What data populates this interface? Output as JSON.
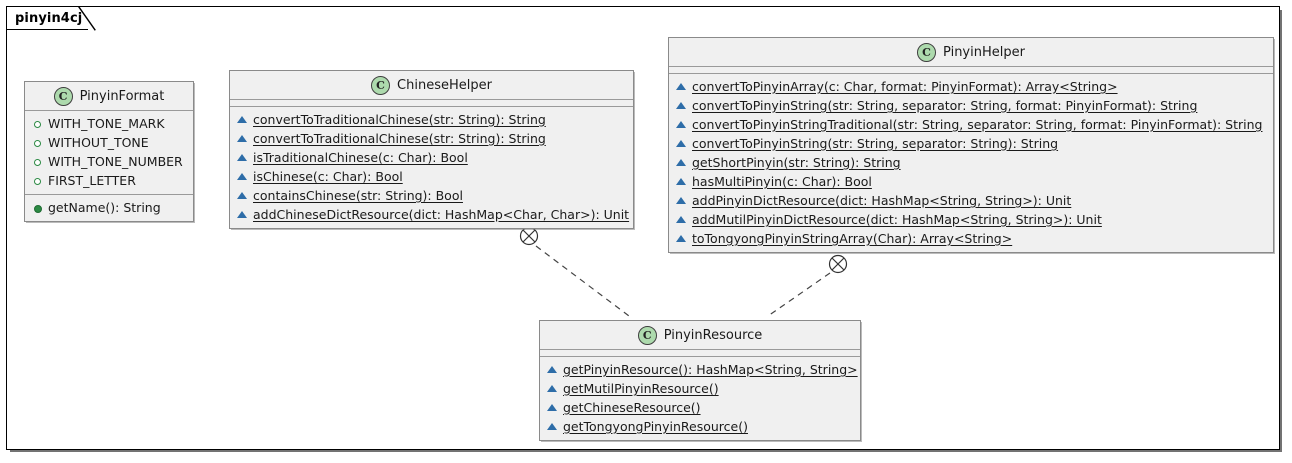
{
  "package": {
    "name": "pinyin4cj"
  },
  "classes": [
    {
      "id": "pinyin-format",
      "name": "PinyinFormat",
      "icon": "class-icon-c",
      "icon_letter": "C",
      "attributes": [
        {
          "marker": "circle-green-hollow",
          "text": "WITH_TONE_MARK",
          "underlined": false
        },
        {
          "marker": "circle-green-hollow",
          "text": "WITHOUT_TONE",
          "underlined": false
        },
        {
          "marker": "circle-green-hollow",
          "text": "WITH_TONE_NUMBER",
          "underlined": false
        },
        {
          "marker": "circle-green-hollow",
          "text": "FIRST_LETTER",
          "underlined": false
        }
      ],
      "methods": [
        {
          "marker": "circle-green-filled",
          "text": "getName(): String",
          "underlined": false
        }
      ]
    },
    {
      "id": "chinese-helper",
      "name": "ChineseHelper",
      "icon": "class-icon-c",
      "icon_letter": "C",
      "attributes": [],
      "methods": [
        {
          "marker": "tri-blue",
          "text": "convertToTraditionalChinese(str: String): String",
          "underlined": true
        },
        {
          "marker": "tri-blue",
          "text": "convertToTraditionalChinese(str: String): String",
          "underlined": true
        },
        {
          "marker": "tri-blue",
          "text": "isTraditionalChinese(c: Char): Bool",
          "underlined": true
        },
        {
          "marker": "tri-blue",
          "text": "isChinese(c: Char): Bool",
          "underlined": true
        },
        {
          "marker": "tri-blue",
          "text": "containsChinese(str: String): Bool",
          "underlined": true
        },
        {
          "marker": "tri-blue",
          "text": "addChineseDictResource(dict: HashMap<Char, Char>): Unit",
          "underlined": true
        }
      ]
    },
    {
      "id": "pinyin-helper",
      "name": "PinyinHelper",
      "icon": "class-icon-c",
      "icon_letter": "C",
      "attributes": [],
      "methods": [
        {
          "marker": "tri-blue",
          "text": "convertToPinyinArray(c: Char, format: PinyinFormat): Array<String>",
          "underlined": true
        },
        {
          "marker": "tri-blue",
          "text": "convertToPinyinString(str: String, separator: String, format: PinyinFormat): String",
          "underlined": true
        },
        {
          "marker": "tri-blue",
          "text": "convertToPinyinStringTraditional(str: String, separator: String, format: PinyinFormat): String",
          "underlined": true
        },
        {
          "marker": "tri-blue",
          "text": "convertToPinyinString(str: String, separator: String): String",
          "underlined": true
        },
        {
          "marker": "tri-blue",
          "text": "getShortPinyin(str: String): String",
          "underlined": true
        },
        {
          "marker": "tri-blue",
          "text": "hasMultiPinyin(c: Char): Bool",
          "underlined": true
        },
        {
          "marker": "tri-blue",
          "text": "addPinyinDictResource(dict: HashMap<String, String>): Unit",
          "underlined": true
        },
        {
          "marker": "tri-blue",
          "text": "addMutilPinyinDictResource(dict: HashMap<String, String>): Unit",
          "underlined": true
        },
        {
          "marker": "tri-blue",
          "text": "toTongyongPinyinStringArray(Char): Array<String>",
          "underlined": true
        }
      ]
    },
    {
      "id": "pinyin-resource",
      "name": "PinyinResource",
      "icon": "class-icon-c",
      "icon_letter": "C",
      "attributes": [],
      "methods": [
        {
          "marker": "tri-blue",
          "text": "getPinyinResource(): HashMap<String, String>",
          "underlined": true
        },
        {
          "marker": "tri-blue",
          "text": "getMutilPinyinResource()",
          "underlined": true
        },
        {
          "marker": "tri-blue",
          "text": "getChineseResource()",
          "underlined": true
        },
        {
          "marker": "tri-blue",
          "text": "getTongyongPinyinResource()",
          "underlined": true
        }
      ]
    }
  ],
  "connectors": [
    {
      "id": "chinese-helper-to-pinyin-resource",
      "from": "chinese-helper",
      "to": "pinyin-resource",
      "style": "dashed",
      "source_decoration": "cross-circle"
    },
    {
      "id": "pinyin-helper-to-pinyin-resource",
      "from": "pinyin-helper",
      "to": "pinyin-resource",
      "style": "dashed",
      "source_decoration": "cross-circle"
    }
  ],
  "colors": {
    "class_fill": "#f0f0f0",
    "class_border": "#8a8a8a",
    "frame_border": "#000000",
    "class_icon_fill": "#addaad",
    "static_marker": "#2e6da8",
    "public_marker": "#2c8a44",
    "canvas": "#ffffff"
  }
}
